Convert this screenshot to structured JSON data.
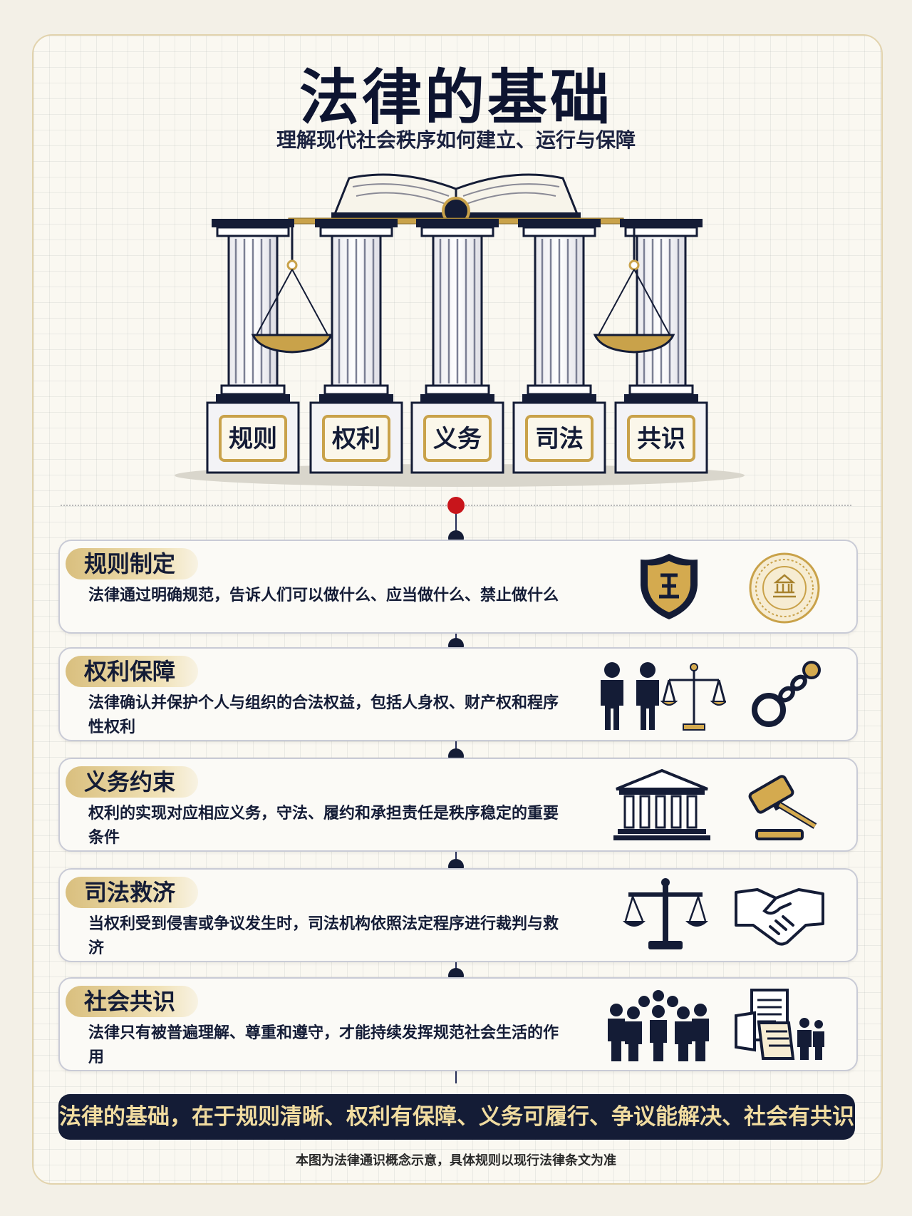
{
  "header": {
    "title": "法律的基础",
    "subtitle": "理解现代社会秩序如何建立、运行与保障"
  },
  "pillars": [
    "规则",
    "权利",
    "义务",
    "司法",
    "共识"
  ],
  "sections": [
    {
      "label": "规则制定",
      "desc": "法律通过明确规范，告诉人们可以做什么、应当做什么、禁止做什么",
      "icons": [
        "shield-icon",
        "seal-icon"
      ]
    },
    {
      "label": "权利保障",
      "desc": "法律确认并保护个人与组织的合法权益，包括人身权、财产权和程序性权利",
      "icons": [
        "people-scales-icon",
        "broken-chain-icon"
      ]
    },
    {
      "label": "义务约束",
      "desc": "权利的实现对应相应义务，守法、履约和承担责任是秩序稳定的重要条件",
      "icons": [
        "courthouse-icon",
        "gavel-icon"
      ]
    },
    {
      "label": "司法救济",
      "desc": "当权利受到侵害或争议发生时，司法机构依照法定程序进行裁判与救济",
      "icons": [
        "scales-icon",
        "handshake-icon"
      ]
    },
    {
      "label": "社会共识",
      "desc": "法律只有被普遍理解、尊重和遵守，才能持续发挥规范社会生活的作用",
      "icons": [
        "crowd-icon",
        "document-people-icon"
      ]
    }
  ],
  "banner": "法律的基础，在于规则清晰、权利有保障、义务可履行、争议能解决、社会有共识",
  "footer": "本图为法律通识概念示意，具体规则以现行法律条文为准",
  "colors": {
    "navy": "#141c36",
    "gold": "#d4aa4f",
    "accent_red": "#c8151b",
    "background": "#faf8f1"
  }
}
